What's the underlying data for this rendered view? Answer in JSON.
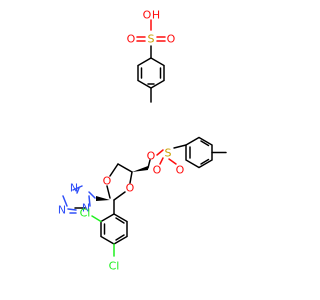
{
  "molecule": {
    "tosic_acid": {
      "oxygen_top": "O",
      "hydrogen": "H",
      "sulfur": "S",
      "oxygen_left": "O",
      "oxygen_right": "O"
    },
    "ketoconazole_tosylate": {
      "ester_oxygen": "O",
      "sulfur": "S",
      "sulfonyl_oxygen_left": "O",
      "sulfonyl_oxygen_bottom": "O",
      "dioxolane_oxygen_left": "O",
      "dioxolane_oxygen_right": "O",
      "triazole_n1": "N",
      "triazole_n2": "N",
      "triazole_n4": "N",
      "chlorine_ortho": "Cl",
      "chlorine_para": "Cl"
    }
  },
  "colors": {
    "carbon": "#000000",
    "oxygen": "#ff0d0d",
    "nitrogen": "#3050f8",
    "sulfur": "#c8a000",
    "chlorine": "#1ff01f"
  }
}
